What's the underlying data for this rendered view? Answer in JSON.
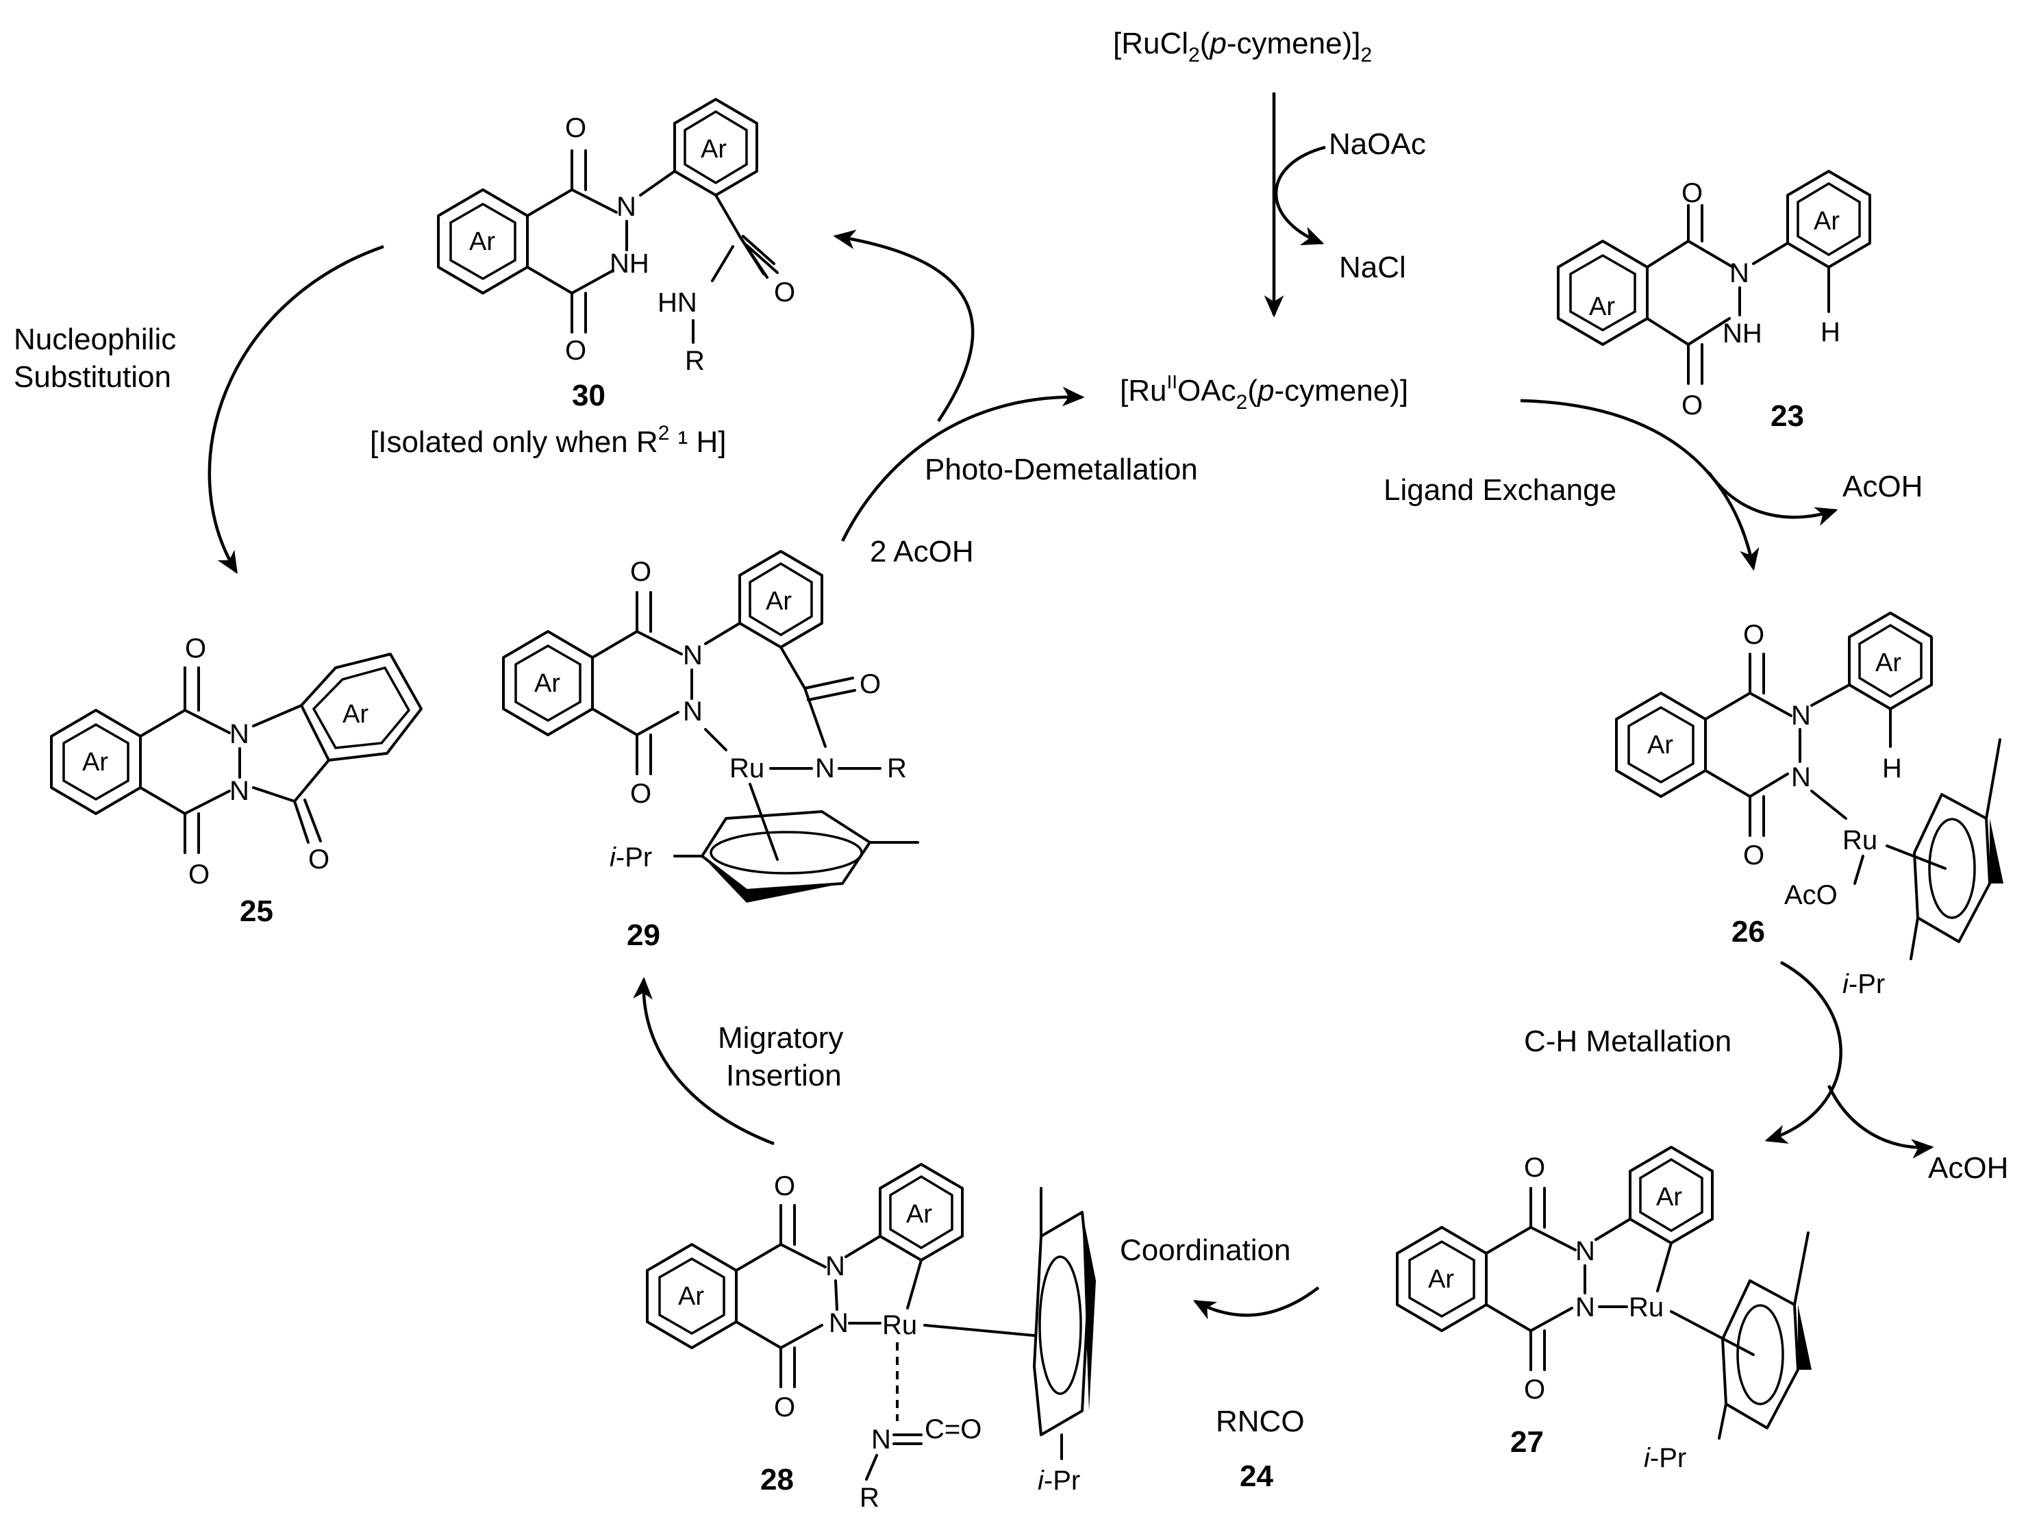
{
  "labels": {
    "precatalyst": "[RuCl2(p-cymene)]2",
    "naoac": "NaOAc",
    "nacl": "NaCl",
    "active_catalyst": "[RuIIOAc2(p-cymene)]",
    "ligand_exchange": "Ligand Exchange",
    "acoh_1": "AcOH",
    "ch_metallation": "C-H Metallation",
    "acoh_2": "AcOH",
    "coordination": "Coordination",
    "rnco": "RNCO",
    "migratory_insertion": "Migratory Insertion",
    "photo_demetallation": "Photo-Demetallation",
    "two_acoh": "2 AcOH",
    "nucleophilic_substitution": "Nucleophilic Substitution",
    "isolated_note": "[Isolated only when R2 ¹ H]"
  },
  "compounds": {
    "c23": "23",
    "c24": "24",
    "c25": "25",
    "c26": "26",
    "c27": "27",
    "c28": "28",
    "c29": "29",
    "c30": "30"
  },
  "atoms": {
    "ar": "Ar",
    "o": "O",
    "n": "N",
    "nh": "NH",
    "hn": "HN",
    "h": "H",
    "r": "R",
    "ru": "Ru",
    "aco": "AcO",
    "ipr": "i-Pr",
    "c_eq_o": "C=O"
  }
}
